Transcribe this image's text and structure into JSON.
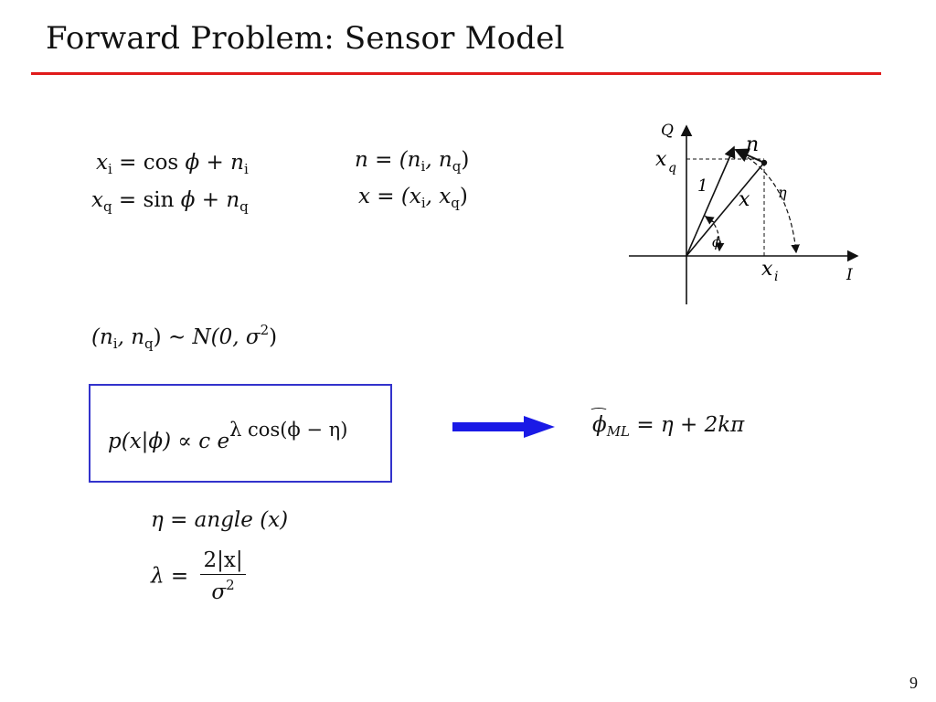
{
  "slide": {
    "title": "Forward Problem: Sensor Model",
    "page_number": "9",
    "colors": {
      "title_rule": "#e01b1b",
      "box_border": "#3333cc",
      "arrow": "#1a1ae6"
    }
  },
  "equations": {
    "xi_lhs": "x",
    "xi_sub": "i",
    "xi_rhs_a": " = cos ",
    "xi_rhs_b": "ϕ + n",
    "xi_rhs_sub": "i",
    "xq_lhs": "x",
    "xq_sub": "q",
    "xq_rhs_a": " = sin ",
    "xq_rhs_b": "ϕ + n",
    "xq_rhs_sub": "q",
    "n_def_a": "n = (n",
    "n_def_sub1": "i",
    "n_def_b": ", n",
    "n_def_sub2": "q",
    "n_def_c": ")",
    "x_def_a": "x = (x",
    "x_def_sub1": "i",
    "x_def_b": ", x",
    "x_def_sub2": "q",
    "x_def_c": ")",
    "noise_a": "(n",
    "noise_sub1": "i",
    "noise_b": ", n",
    "noise_sub2": "q",
    "noise_c": ") ∼ ",
    "noise_cal": "N",
    "noise_d": "(0, σ",
    "noise_sup": "2",
    "noise_e": ")",
    "likelihood_a": "p(x|ϕ) ∝ c e",
    "likelihood_sup": "λ cos(ϕ − η)",
    "ml_hat": "ϕ",
    "ml_sub": "ML",
    "ml_rhs": " = η + 2kπ",
    "eta_def": "η = angle (x)",
    "lambda_lhs": "λ = ",
    "lambda_num": "2|x|",
    "lambda_den": "σ",
    "lambda_den_sup": "2"
  },
  "diagram": {
    "axis_q": "Q",
    "axis_i": "I",
    "label_xq": "x",
    "label_xq_sub": "q",
    "label_xi": "x",
    "label_xi_sub": "i",
    "label_n": "n",
    "label_one": "1",
    "label_x": "x",
    "label_eta": "η",
    "label_phi": "ϕ"
  }
}
